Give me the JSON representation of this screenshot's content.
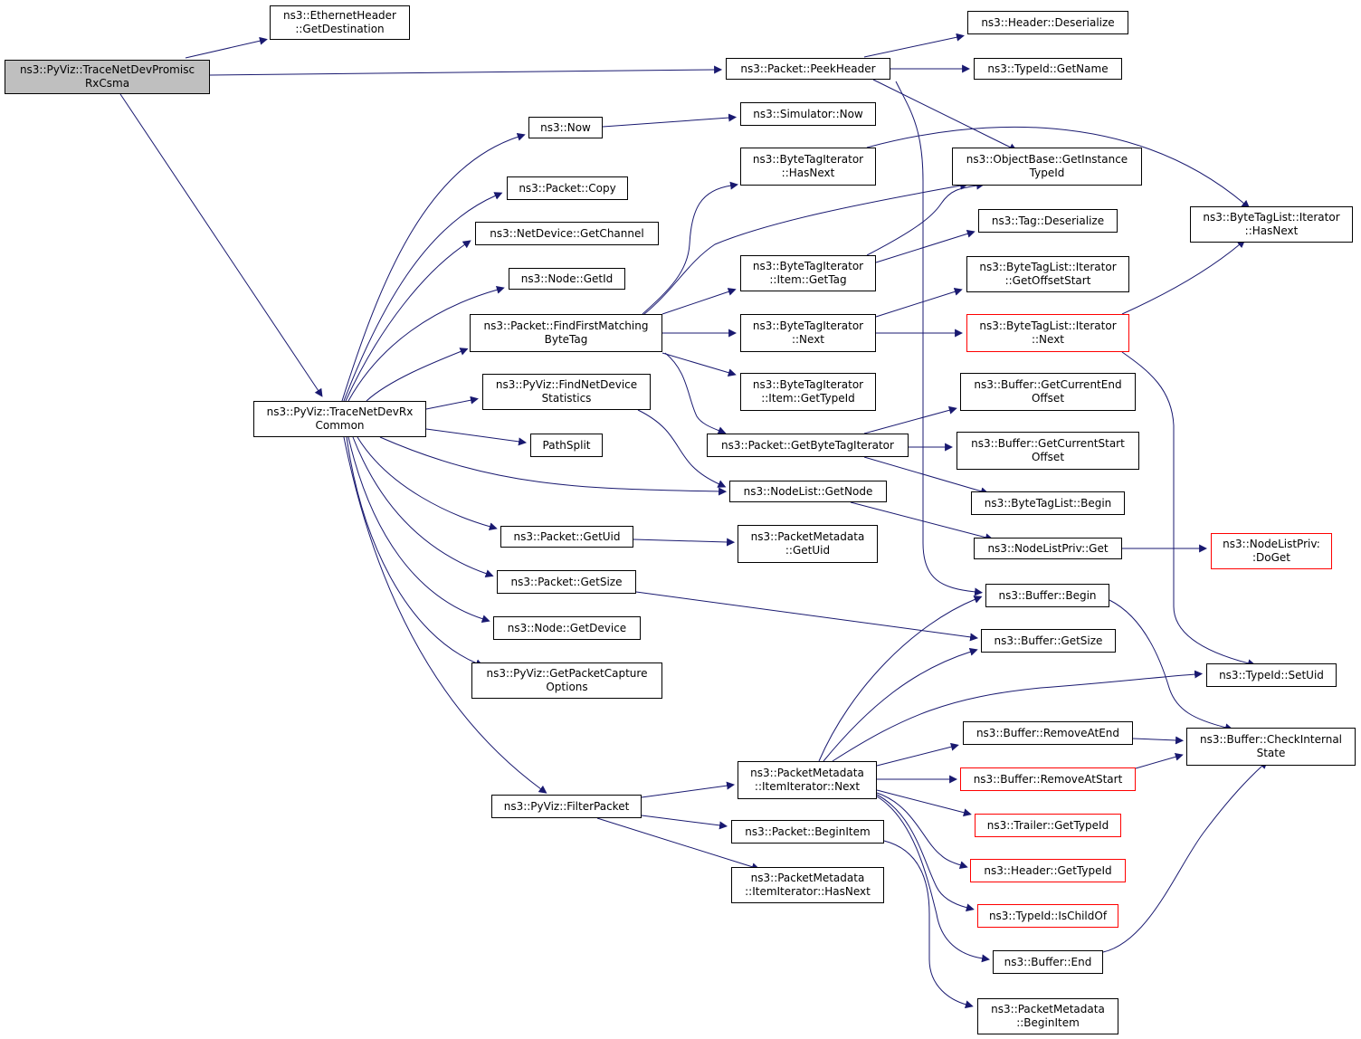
{
  "title": "ns3::PyViz::TraceNetDevPromiscRxCsma call graph",
  "colors": {
    "edge": "#191970",
    "node_border": "#000000",
    "truncated_border": "#ff0000",
    "root_fill": "#bfbfbf"
  },
  "nodes": {
    "root": {
      "lines": [
        "ns3::PyViz::TraceNetDevPromisc",
        "RxCsma"
      ]
    },
    "eth_getdest": {
      "lines": [
        "ns3::EthernetHeader",
        "::GetDestination"
      ]
    },
    "peekheader": {
      "lines": [
        "ns3::Packet::PeekHeader"
      ]
    },
    "header_deser": {
      "lines": [
        "ns3::Header::Deserialize"
      ]
    },
    "typeid_getname": {
      "lines": [
        "ns3::TypeId::GetName"
      ]
    },
    "now": {
      "lines": [
        "ns3::Now"
      ]
    },
    "sim_now": {
      "lines": [
        "ns3::Simulator::Now"
      ]
    },
    "objbase": {
      "lines": [
        "ns3::ObjectBase::GetInstance",
        "TypeId"
      ]
    },
    "bti_hasnext": {
      "lines": [
        "ns3::ByteTagIterator",
        "::HasNext"
      ]
    },
    "btl_hasnext": {
      "lines": [
        "ns3::ByteTagList::Iterator",
        "::HasNext"
      ]
    },
    "pkt_copy": {
      "lines": [
        "ns3::Packet::Copy"
      ]
    },
    "tag_deser": {
      "lines": [
        "ns3::Tag::Deserialize"
      ]
    },
    "netdev_getchannel": {
      "lines": [
        "ns3::NetDevice::GetChannel"
      ]
    },
    "bti_item_gettag": {
      "lines": [
        "ns3::ByteTagIterator",
        "::Item::GetTag"
      ]
    },
    "btl_getoffsetstart": {
      "lines": [
        "ns3::ByteTagList::Iterator",
        "::GetOffsetStart"
      ]
    },
    "node_getid": {
      "lines": [
        "ns3::Node::GetId"
      ]
    },
    "findfirst": {
      "lines": [
        "ns3::Packet::FindFirstMatching",
        "ByteTag"
      ]
    },
    "bti_next": {
      "lines": [
        "ns3::ByteTagIterator",
        "::Next"
      ]
    },
    "btl_next": {
      "lines": [
        "ns3::ByteTagList::Iterator",
        "::Next"
      ]
    },
    "tracecommon": {
      "lines": [
        "ns3::PyViz::TraceNetDevRx",
        "Common"
      ]
    },
    "finddevstats": {
      "lines": [
        "ns3::PyViz::FindNetDevice",
        "Statistics"
      ]
    },
    "bti_item_gettypeid": {
      "lines": [
        "ns3::ByteTagIterator",
        "::Item::GetTypeId"
      ]
    },
    "buf_curend": {
      "lines": [
        "ns3::Buffer::GetCurrentEnd",
        "Offset"
      ]
    },
    "pathsplit": {
      "lines": [
        "PathSplit"
      ]
    },
    "getbytetagiter": {
      "lines": [
        "ns3::Packet::GetByteTagIterator"
      ]
    },
    "buf_curstart": {
      "lines": [
        "ns3::Buffer::GetCurrentStart",
        "Offset"
      ]
    },
    "nodelist_getnode": {
      "lines": [
        "ns3::NodeList::GetNode"
      ]
    },
    "btl_begin": {
      "lines": [
        "ns3::ByteTagList::Begin"
      ]
    },
    "pkt_getuid": {
      "lines": [
        "ns3::Packet::GetUid"
      ]
    },
    "pm_getuid": {
      "lines": [
        "ns3::PacketMetadata",
        "::GetUid"
      ]
    },
    "nlp_get": {
      "lines": [
        "ns3::NodeListPriv::Get"
      ]
    },
    "nlp_doget": {
      "lines": [
        "ns3::NodeListPriv:",
        ":DoGet"
      ]
    },
    "pkt_getsize": {
      "lines": [
        "ns3::Packet::GetSize"
      ]
    },
    "buf_begin": {
      "lines": [
        "ns3::Buffer::Begin"
      ]
    },
    "node_getdevice": {
      "lines": [
        "ns3::Node::GetDevice"
      ]
    },
    "buf_getsize": {
      "lines": [
        "ns3::Buffer::GetSize"
      ]
    },
    "getcaptureopts": {
      "lines": [
        "ns3::PyViz::GetPacketCapture",
        "Options"
      ]
    },
    "typeid_setuid": {
      "lines": [
        "ns3::TypeId::SetUid"
      ]
    },
    "buf_removeatend": {
      "lines": [
        "ns3::Buffer::RemoveAtEnd"
      ]
    },
    "buf_checkinternal": {
      "lines": [
        "ns3::Buffer::CheckInternal",
        "State"
      ]
    },
    "pm_ii_next": {
      "lines": [
        "ns3::PacketMetadata",
        "::ItemIterator::Next"
      ]
    },
    "buf_removeatstart": {
      "lines": [
        "ns3::Buffer::RemoveAtStart"
      ]
    },
    "filterpacket": {
      "lines": [
        "ns3::PyViz::FilterPacket"
      ]
    },
    "trailer_gettypeid": {
      "lines": [
        "ns3::Trailer::GetTypeId"
      ]
    },
    "pkt_beginitem": {
      "lines": [
        "ns3::Packet::BeginItem"
      ]
    },
    "header_gettypeid": {
      "lines": [
        "ns3::Header::GetTypeId"
      ]
    },
    "pm_ii_hasnext": {
      "lines": [
        "ns3::PacketMetadata",
        "::ItemIterator::HasNext"
      ]
    },
    "typeid_ischildof": {
      "lines": [
        "ns3::TypeId::IsChildOf"
      ]
    },
    "buf_end": {
      "lines": [
        "ns3::Buffer::End"
      ]
    },
    "pm_beginitem": {
      "lines": [
        "ns3::PacketMetadata",
        "::BeginItem"
      ]
    }
  }
}
